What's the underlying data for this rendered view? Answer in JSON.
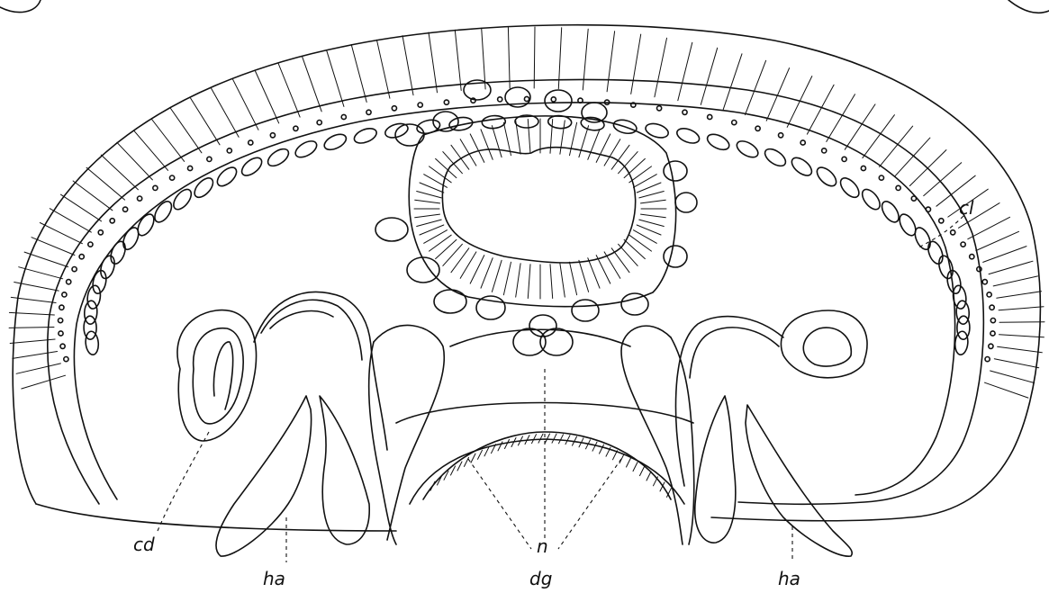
{
  "figure": {
    "labels": {
      "cl": "cl",
      "cd": "cd",
      "ha_left": "ha",
      "ha_right": "ha",
      "n": "n",
      "dg": "dg"
    }
  }
}
